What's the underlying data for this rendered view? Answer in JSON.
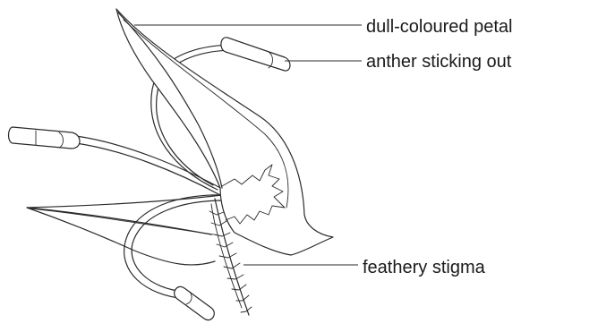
{
  "labels": {
    "petal": "dull-coloured petal",
    "anther": "anther sticking out",
    "stigma": "feathery stigma"
  }
}
